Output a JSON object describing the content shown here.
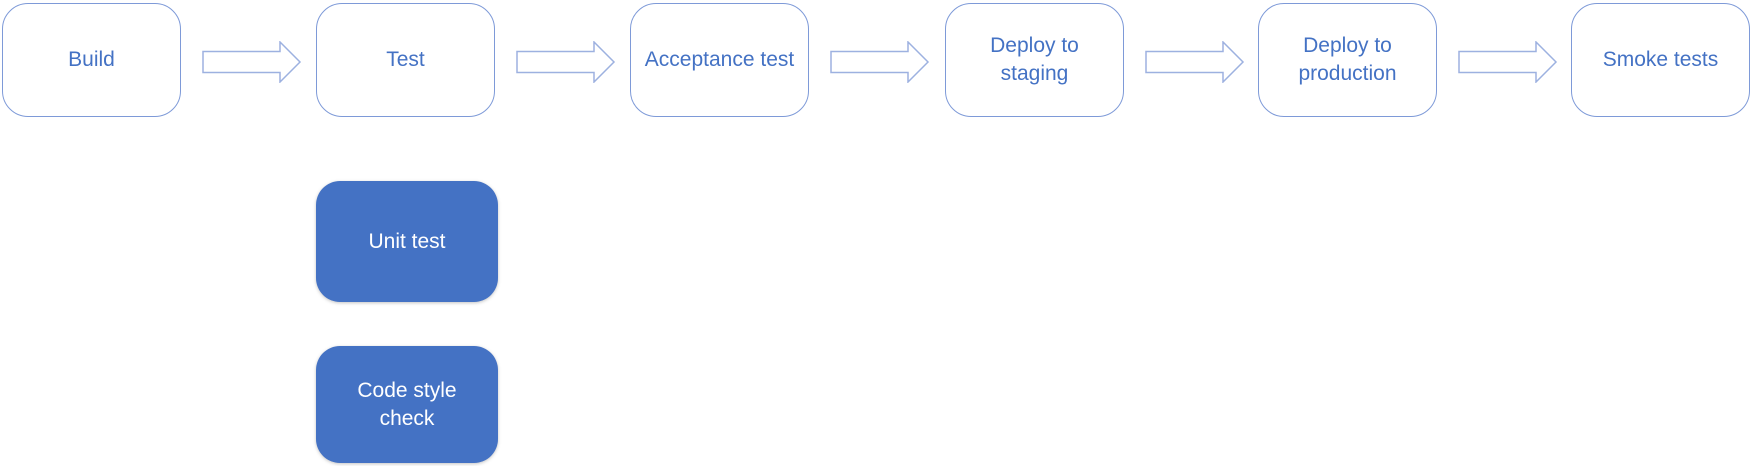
{
  "diagram": {
    "type": "flowchart-pipeline",
    "pipeline": {
      "steps": [
        {
          "label": "Build"
        },
        {
          "label": "Test"
        },
        {
          "label": "Acceptance test"
        },
        {
          "label": "Deploy to staging"
        },
        {
          "label": "Deploy to production"
        },
        {
          "label": "Smoke tests"
        }
      ]
    },
    "sub_steps": [
      {
        "label": "Unit test"
      },
      {
        "label": "Code style check"
      }
    ],
    "colors": {
      "outline_box_border": "#7e9ad8",
      "outline_box_text": "#4472c4",
      "filled_box_fill": "#4472c4",
      "filled_box_text": "#ffffff",
      "arrow_outline": "#9db1e0",
      "background": "#ffffff"
    }
  }
}
